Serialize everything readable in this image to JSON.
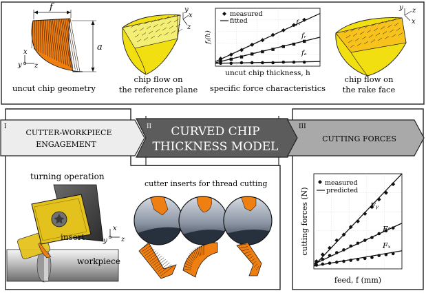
{
  "top_panel": {
    "uncut_chip": {
      "caption": "uncut chip geometry",
      "dim_f": "f",
      "dim_a": "a",
      "axis_x": "x",
      "axis_y": "y",
      "axis_z": "z"
    },
    "reference_plane": {
      "caption_line1": "chip flow on",
      "caption_line2": "the reference plane",
      "axis_x": "x",
      "axis_y": "y",
      "axis_z": "z"
    },
    "specific_force": {
      "caption": "specific force characteristics",
      "xlabel": "uncut chip thickness, h",
      "ylabel": "fⱼ(h)",
      "legend_measured": "measured",
      "legend_fitted": "fitted",
      "label_ft": "fₜ",
      "label_fr": "fᵣ",
      "label_fa": "fₐ"
    },
    "rake_face": {
      "caption_line1": "chip flow on",
      "caption_line2": "the rake face",
      "axis_x": "x",
      "axis_y": "y",
      "axis_z": "z"
    }
  },
  "stages": [
    {
      "numeral": "I",
      "line1": "CUTTER-WORKPIECE",
      "line2": "ENGAGEMENT",
      "fill": "#ededed"
    },
    {
      "numeral": "II",
      "line1": "CURVED CHIP",
      "line2": "THICKNESS MODEL",
      "fill": "#5c5c5c"
    },
    {
      "numeral": "III",
      "line1": "CUTTING FORCES",
      "line2": "",
      "fill": "#a9a9a9"
    }
  ],
  "bottom_left": {
    "turning_title": "turning operation",
    "inserts_title": "cutter inserts  for thread cutting",
    "insert_label": "insert",
    "workpiece_label": "workpiece",
    "axis_x": "x",
    "axis_y": "y",
    "axis_z": "z"
  },
  "colors": {
    "chip_orange": "#f07f12",
    "flow_yellow": "#f2df12",
    "insert_yellow": "#e4c21d",
    "stage1": "#ededed",
    "stage2": "#5c5c5c",
    "stage3": "#a9a9a9"
  },
  "chart_data": [
    {
      "type": "scatter",
      "title": "",
      "xlabel": "uncut chip thickness, h",
      "ylabel": "fⱼ(h)",
      "legend": [
        "measured",
        "fitted"
      ],
      "legend_position": "top-left",
      "xlim": [
        0,
        1
      ],
      "ylim": [
        0,
        1
      ],
      "series": [
        {
          "name": "fₜ",
          "x": [
            0.05,
            0.15,
            0.25,
            0.35,
            0.45,
            0.55,
            0.65,
            0.75,
            0.85
          ],
          "y": [
            0.13,
            0.2,
            0.28,
            0.37,
            0.45,
            0.54,
            0.62,
            0.71,
            0.8
          ],
          "fit": [
            [
              0,
              0.08
            ],
            [
              1,
              0.91
            ]
          ]
        },
        {
          "name": "fᵣ",
          "x": [
            0.05,
            0.15,
            0.25,
            0.35,
            0.45,
            0.55,
            0.65,
            0.75,
            0.85
          ],
          "y": [
            0.09,
            0.12,
            0.16,
            0.21,
            0.25,
            0.29,
            0.34,
            0.38,
            0.43
          ],
          "fit": [
            [
              0,
              0.06
            ],
            [
              1,
              0.5
            ]
          ]
        },
        {
          "name": "fₐ",
          "x": [
            0.05,
            0.15,
            0.25,
            0.35,
            0.45,
            0.55,
            0.65,
            0.75,
            0.85
          ],
          "y": [
            0.05,
            0.05,
            0.06,
            0.06,
            0.06,
            0.06,
            0.07,
            0.07,
            0.07
          ],
          "fit": [
            [
              0,
              0.05
            ],
            [
              1,
              0.08
            ]
          ]
        }
      ]
    },
    {
      "type": "scatter",
      "title": "",
      "xlabel": "feed, f (mm)",
      "ylabel": "cutting forces (N)",
      "legend": [
        "measured",
        "predicted"
      ],
      "legend_position": "top-left",
      "xlim": [
        0,
        1
      ],
      "ylim": [
        0,
        1
      ],
      "series": [
        {
          "name": "Fᵧ",
          "x": [
            0.03,
            0.1,
            0.18,
            0.26,
            0.34,
            0.42,
            0.5,
            0.58,
            0.66,
            0.74,
            0.82,
            0.9
          ],
          "y": [
            0.08,
            0.15,
            0.22,
            0.3,
            0.36,
            0.44,
            0.5,
            0.58,
            0.65,
            0.73,
            0.8,
            0.89
          ],
          "fit": [
            [
              0,
              0.03
            ],
            [
              1,
              1.0
            ]
          ]
        },
        {
          "name": "Fᶻ",
          "x": [
            0.03,
            0.1,
            0.18,
            0.26,
            0.34,
            0.42,
            0.5,
            0.58,
            0.66,
            0.74,
            0.82,
            0.9
          ],
          "y": [
            0.07,
            0.1,
            0.14,
            0.17,
            0.2,
            0.24,
            0.27,
            0.3,
            0.33,
            0.37,
            0.4,
            0.43
          ],
          "fit": [
            [
              0,
              0.05
            ],
            [
              1,
              0.48
            ]
          ]
        },
        {
          "name": "Fₓ",
          "x": [
            0.03,
            0.1,
            0.18,
            0.26,
            0.34,
            0.42,
            0.5,
            0.58,
            0.66,
            0.74,
            0.82,
            0.9
          ],
          "y": [
            0.04,
            0.05,
            0.06,
            0.07,
            0.08,
            0.09,
            0.1,
            0.11,
            0.12,
            0.14,
            0.15,
            0.16
          ],
          "fit": [
            [
              0,
              0.03
            ],
            [
              1,
              0.19
            ]
          ]
        }
      ]
    }
  ]
}
